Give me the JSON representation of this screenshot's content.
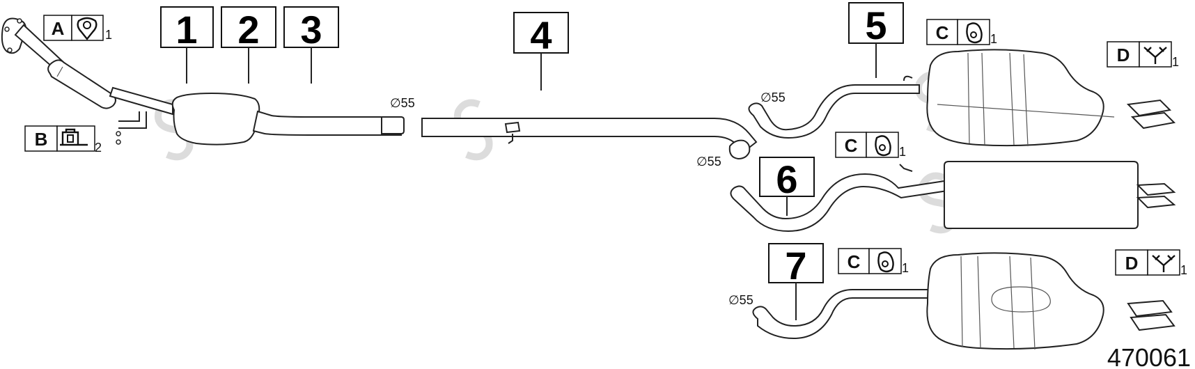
{
  "parts": [
    {
      "number": "1"
    },
    {
      "number": "2"
    },
    {
      "number": "3"
    },
    {
      "number": "4"
    },
    {
      "number": "5"
    },
    {
      "number": "6"
    },
    {
      "number": "7"
    }
  ],
  "accessories": [
    {
      "letter": "A",
      "icon": "gasket-icon",
      "qty": "1"
    },
    {
      "letter": "B",
      "icon": "mounting-bracket-icon",
      "qty": "2"
    },
    {
      "letter": "C",
      "icon": "rubber-hanger-icon",
      "qty": "1"
    },
    {
      "letter": "D",
      "icon": "clamp-bracket-icon",
      "qty": "1"
    }
  ],
  "diameter_labels": [
    "∅55",
    "∅55",
    "∅55",
    "∅55"
  ],
  "diagram_number": "470061"
}
